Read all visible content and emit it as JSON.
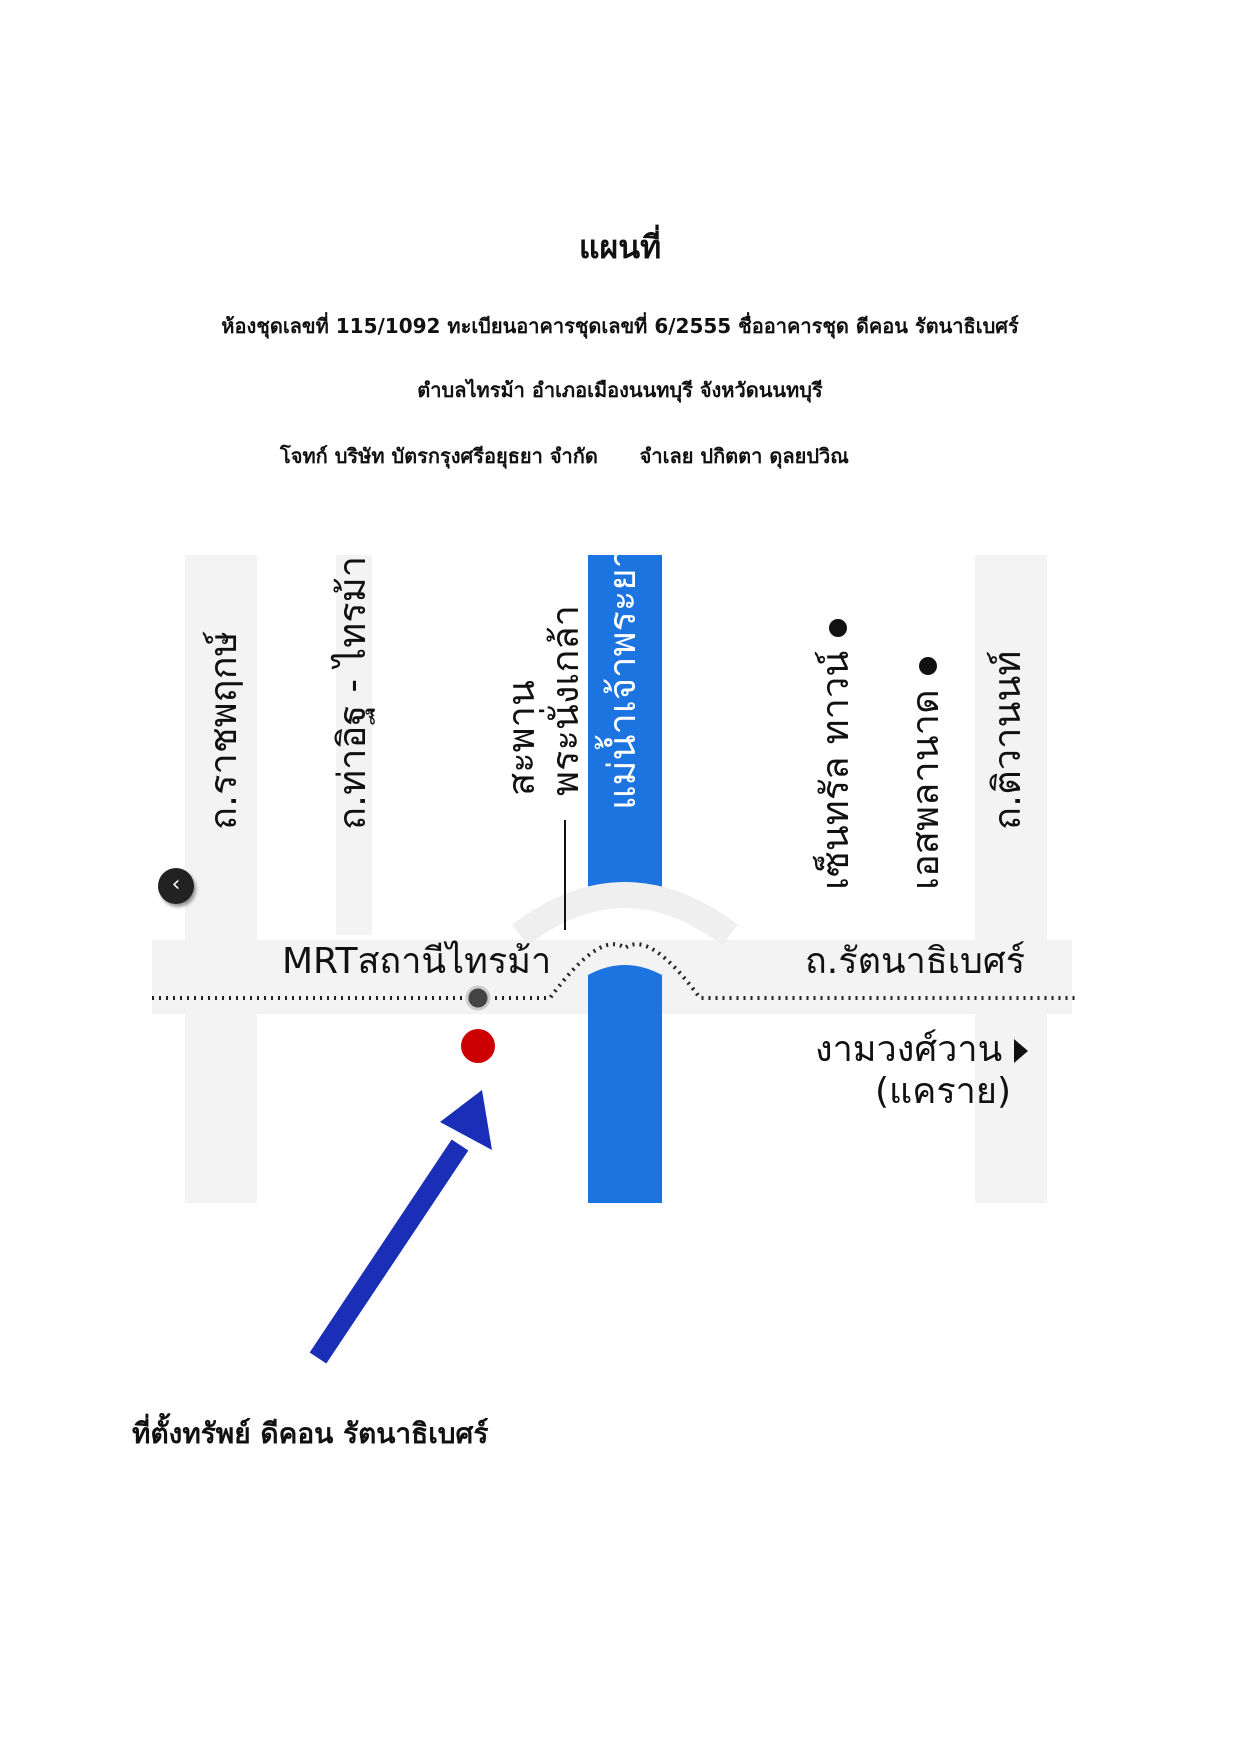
{
  "header": {
    "title": "แผนที่",
    "line1": "ห้องชุดเลขที่ 115/1092 ทะเบียนอาคารชุดเลขที่ 6/2555 ชื่ออาคารชุด ดีคอน รัตนาธิเบศร์",
    "line2": "ตำบลไทรม้า  อำเภอเมืองนนทบุรี    จังหวัดนนทบุรี",
    "plaintiff": "โจทก์ บริษัท บัตรกรุงศรีอยุธยา จำกัด",
    "defendant": "จำเลย ปกิตตา ดุลยปวิณ"
  },
  "map": {
    "roads_vertical": [
      "ถ.ราชพฤกษ์",
      "ถ.ท่าอิฐ - ไทรม้า",
      "ถ.ติวานนท์"
    ],
    "bridge": [
      "สะพาน",
      "พระนั่งเกล้า"
    ],
    "river": "แม่น้ำเจ้าพระยา",
    "landmarks": [
      "เซ็นทรัล ทาวน์",
      "เอสพลานาด"
    ],
    "station": "MRTสถานีไทรม้า",
    "road_horizontal": "ถ.รัตนาธิเบศร์",
    "direction": [
      "งามวงศ์วาน",
      "(แคราย)"
    ],
    "back_icon": "chevron-left-icon",
    "pin_color": "#cc0000",
    "arrow_color": "#1a2eb8",
    "river_color": "#1b74e0"
  },
  "caption": "ที่ตั้งทรัพย์ ดีคอน รัตนาธิเบศร์"
}
